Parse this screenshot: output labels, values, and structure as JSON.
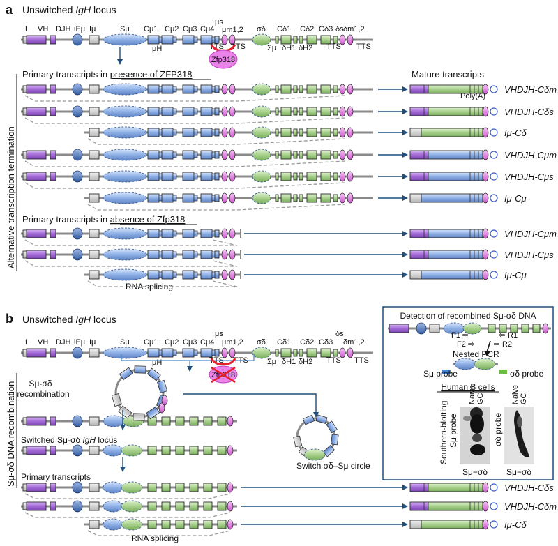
{
  "panel_a": {
    "letter": "a",
    "title_pre": "Unswitched ",
    "title_gene": "IgH",
    "title_post": " locus",
    "locus_labels": [
      "L",
      "VH",
      "DJH",
      "iEμ",
      "Iμ",
      "Sμ",
      "Cμ1",
      "Cμ2",
      "Cμ3",
      "Cμ4",
      "μs",
      "μm1,2",
      "σδ",
      "Cδ1",
      "Cδ2",
      "Cδ3",
      "δs",
      "δm1,2"
    ],
    "lower_labels": [
      "μH",
      "TTS",
      "TTS",
      "Σμ",
      "δH1",
      "δH2",
      "TTS",
      "TTS"
    ],
    "zfp_bubble": "Zfp318",
    "presence_pre": "Primary transcripts in ",
    "presence_ul": "presence of ZFP318",
    "mature_header": "Mature transcripts",
    "polyA": "Poly(A)",
    "presence_products": [
      "VHDJH-Cδm",
      "VHDJH-Cδs",
      "Iμ-Cδ",
      "VHDJH-Cμm",
      "VHDJH-Cμs",
      "Iμ-Cμ"
    ],
    "absence_pre": "Primary transcripts in ",
    "absence_ul": "absence of Zfp318",
    "absence_products": [
      "VHDJH-Cμm",
      "VHDJH-Cμs",
      "Iμ-Cμ"
    ],
    "rna_splicing": "RNA splicing",
    "side_label": "Alternative transcription termination"
  },
  "panel_b": {
    "letter": "b",
    "title_pre": "Unswitched ",
    "title_gene": "IgH",
    "title_post": " locus",
    "zfp_bubble": "Zfp318",
    "recombination": [
      "Sμ-σδ",
      "recombination"
    ],
    "switched_pre": "Switched Sμ-σδ ",
    "switched_gene": "IgH",
    "switched_post": " locus",
    "circle_label": "Switch σδ–Sμ circle",
    "primary": "Primary transcripts",
    "products": [
      "VHDJH-Cδs",
      "VHDJH-Cδm",
      "Iμ-Cδ"
    ],
    "rna_splicing": "RNA splicing",
    "side_label": "Sμ-σδ DNA recombination",
    "inset": {
      "title": "Detection of recombined Sμ-σδ DNA",
      "primers": [
        "F1",
        "F2",
        "R1",
        "R2"
      ],
      "nested": "Nested PCR",
      "smu_probe": "Sμ probe",
      "sigma_probe": "σδ probe",
      "cells": "Human B cells",
      "lanes": [
        "Naive",
        "GC"
      ],
      "blot_label": [
        "Southern-blotting",
        "Sμ probe"
      ],
      "blot2_label": "σδ probe",
      "blot_bottom": "Sμ−σδ"
    }
  },
  "colors": {
    "purple": "#a875d8",
    "blue": "#8fb0e6",
    "green": "#a8d18c",
    "pink": "#e87ce8",
    "navy": "#1f4e7a",
    "red": "#e8202a"
  }
}
